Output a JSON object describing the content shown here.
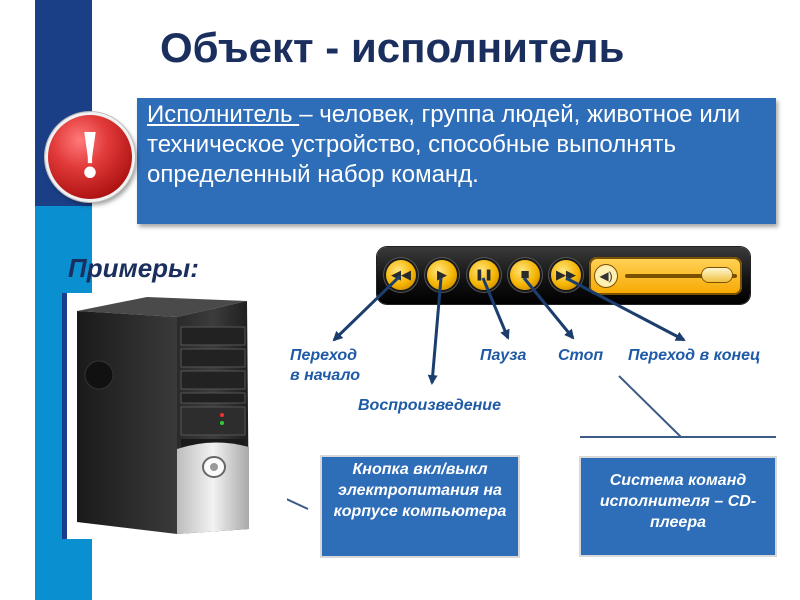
{
  "title": "Объект - исполнитель",
  "definition": {
    "term": "Исполнитель ",
    "text": "– человек, группа людей, животное или техническое устройство, способные выполнять определенный набор команд."
  },
  "exclamation": "!",
  "examples_label": "Примеры:",
  "player": {
    "buttons": [
      {
        "icon": "rewind-icon",
        "glyph": "◀◀"
      },
      {
        "icon": "play-icon",
        "glyph": "▶"
      },
      {
        "icon": "pause-icon",
        "glyph": "❚❚"
      },
      {
        "icon": "stop-icon",
        "glyph": "■"
      },
      {
        "icon": "fast-forward-icon",
        "glyph": "▶▶"
      }
    ],
    "volume_icon": "speaker-icon",
    "volume_level": 0.9
  },
  "captions": {
    "rewind_line1": "Переход",
    "rewind_line2": "в начало",
    "play": "Воспроизведение",
    "pause": "Пауза",
    "stop": "Стоп",
    "forward": "Переход в конец"
  },
  "boxes": {
    "power_button": "Кнопка вкл/выкл электропитания на корпусе компьютера",
    "command_system": "Система команд исполнителя – CD-плеера"
  },
  "colors": {
    "accent_dark": "#1b2f5e",
    "accent_box": "#2e6db8",
    "caption": "#1f5aa6",
    "player_button": "#f5b400"
  }
}
